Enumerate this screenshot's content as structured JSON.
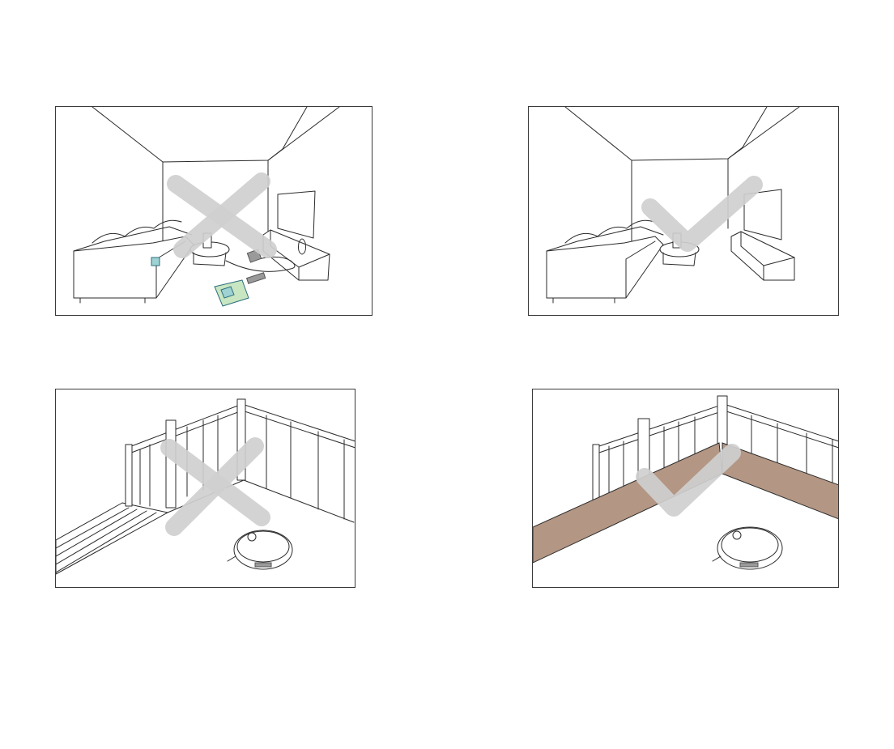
{
  "panels": [
    {
      "id": "cluttered-room",
      "verdict": "incorrect",
      "mark_icon": "cross-icon"
    },
    {
      "id": "tidy-room",
      "verdict": "correct",
      "mark_icon": "check-icon"
    },
    {
      "id": "open-stair-edge",
      "verdict": "incorrect",
      "mark_icon": "cross-icon"
    },
    {
      "id": "blocked-stair-edge",
      "verdict": "correct",
      "mark_icon": "check-icon"
    }
  ],
  "colors": {
    "mark": "#cfcfcf",
    "barrier": "#b39683",
    "clutter": "#9fd3d3",
    "line": "#2b2b2b"
  }
}
